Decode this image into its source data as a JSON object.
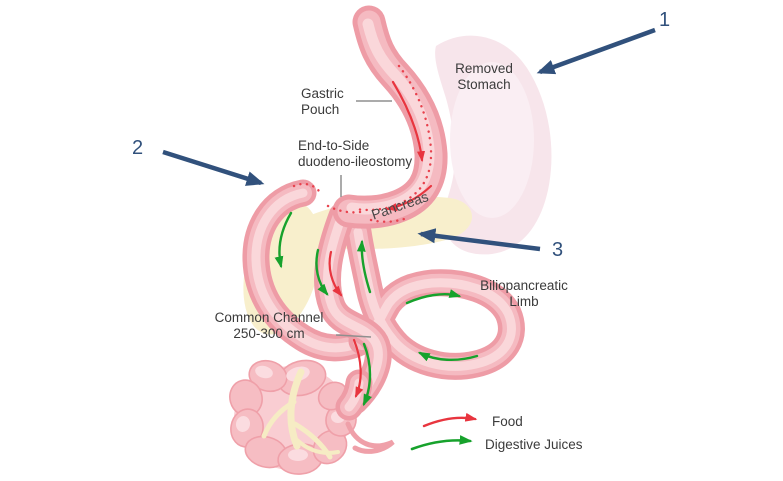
{
  "labels": {
    "gastric_pouch": "Gastric\nPouch",
    "removed_stomach": "Removed\nStomach",
    "anastomosis": "End-to-Side\nduodeno-ileostomy",
    "pancreas": "Pancreas",
    "biliopancreatic_limb": "Biliopancreatic\nLimb",
    "common_channel": "Common Channel\n250-300 cm"
  },
  "markers": {
    "one": "1",
    "two": "2",
    "three": "3"
  },
  "legend": {
    "food": "Food",
    "digestive_juices": "Digestive Juices"
  },
  "colors": {
    "food_arrow": "#e8353f",
    "digestive_juice_arrow": "#17a22c",
    "callout_arrow": "#31517c",
    "staple_line": "#e8414d",
    "pointer_line": "#8f8f8f",
    "label_text": "#3b3b3b",
    "intestine_edge": "#ee9ca6",
    "intestine_mid": "#f5bac1",
    "intestine_highlight": "#fad7da",
    "removed_stomach_fill": "#f7e5eb",
    "pancreas_fill": "#f8efcc",
    "colon_fill": "#f6bdc3",
    "colon_cream": "#f6ecc4"
  }
}
